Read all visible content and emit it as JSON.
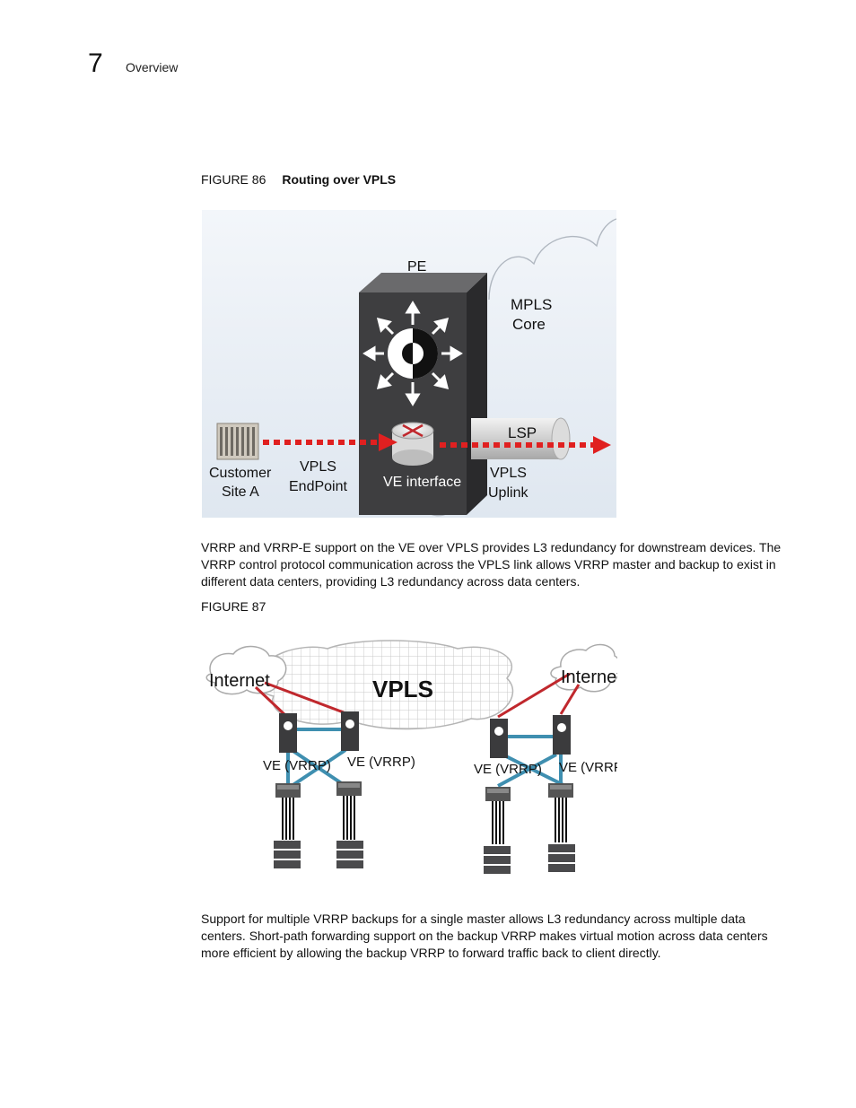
{
  "header": {
    "chapter_number": "7",
    "section_title": "Overview"
  },
  "figure86": {
    "label": "FIGURE 86",
    "title": "Routing over VPLS",
    "labels": {
      "pe": "PE",
      "mpls_line1": "MPLS",
      "mpls_line2": "Core",
      "lsp": "LSP",
      "customer_line1": "Customer",
      "customer_line2": "Site A",
      "endpoint_line1": "VPLS",
      "endpoint_line2": "EndPoint",
      "ve_interface": "VE interface",
      "uplink_line1": "VPLS",
      "uplink_line2": "Uplink"
    }
  },
  "paragraph1": "VRRP and VRRP-E support on the VE over VPLS provides L3 redundancy for downstream devices. The VRRP control protocol communication across the VPLS link allows VRRP master and backup to exist in different data centers, providing L3 redundancy across data centers.",
  "figure87": {
    "label": "FIGURE 87",
    "labels": {
      "internet_left": "Internet",
      "internet_right": "Internet",
      "vpls": "VPLS",
      "ve1": "VE (VRRP)",
      "ve2": "VE (VRRP)",
      "ve3": "VE (VRRP)",
      "ve4": "VE (VRRP)"
    }
  },
  "paragraph2": "Support for multiple VRRP backups for a single master allows L3 redundancy across multiple data centers. Short-path forwarding support on the backup VRRP makes virtual motion across data centers more efficient by allowing the backup VRRP to forward traffic back to client directly.",
  "colors": {
    "red_link": "#c0282d",
    "blue_link": "#3f8fb0",
    "switch_dark": "#3b3b3d"
  }
}
